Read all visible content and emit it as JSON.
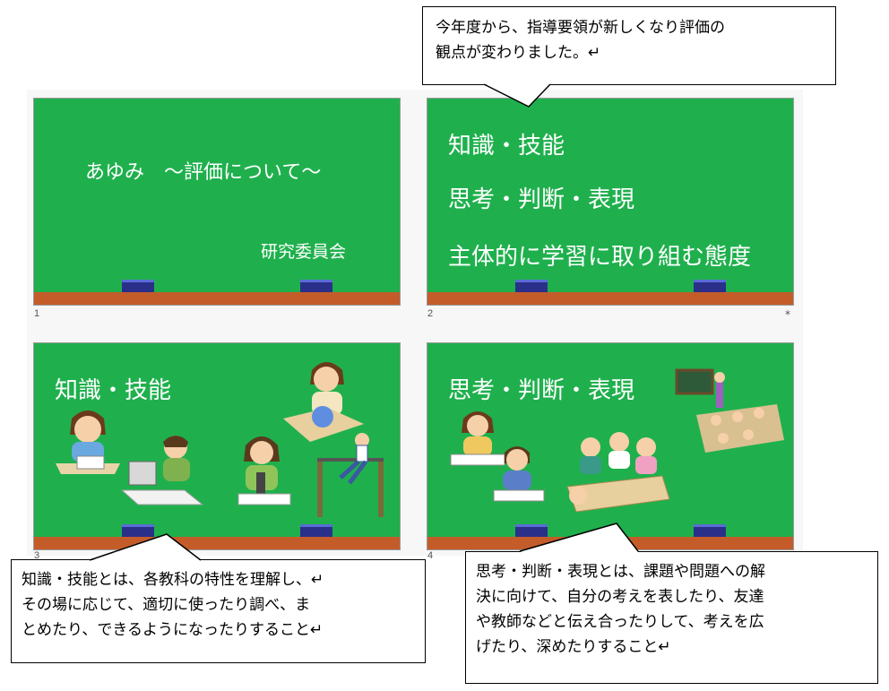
{
  "slides": [
    {
      "number": "1",
      "title": "あゆみ　～評価について～",
      "subtitle": "研究委員会"
    },
    {
      "number": "2",
      "lines": [
        "知識・技能",
        "思考・判断・表現",
        "主体的に学習に取り組む態度"
      ],
      "marker": "*"
    },
    {
      "number": "3",
      "title": "知識・技能"
    },
    {
      "number": "4",
      "title": "思考・判断・表現"
    }
  ],
  "callouts": {
    "top": [
      "今年度から、指導要領が新しくなり評価の",
      "観点が変わりました。↵"
    ],
    "bottom_left": [
      "知識・技能とは、各教科の特性を理解し、↵",
      "その場に応じて、適切に使ったり調べ、ま",
      "とめたり、できるようになったりすること↵"
    ],
    "bottom_right": [
      "思考・判断・表現とは、課題や問題への解",
      "決に向けて、自分の考えを表したり、友達",
      "や教師などと伝え合ったりして、考えを広",
      "げたり、深めたりすること↵"
    ]
  },
  "colors": {
    "board": "#1fb04d",
    "ledge": "#c45c2a",
    "eraser": "#2a2f8a"
  }
}
